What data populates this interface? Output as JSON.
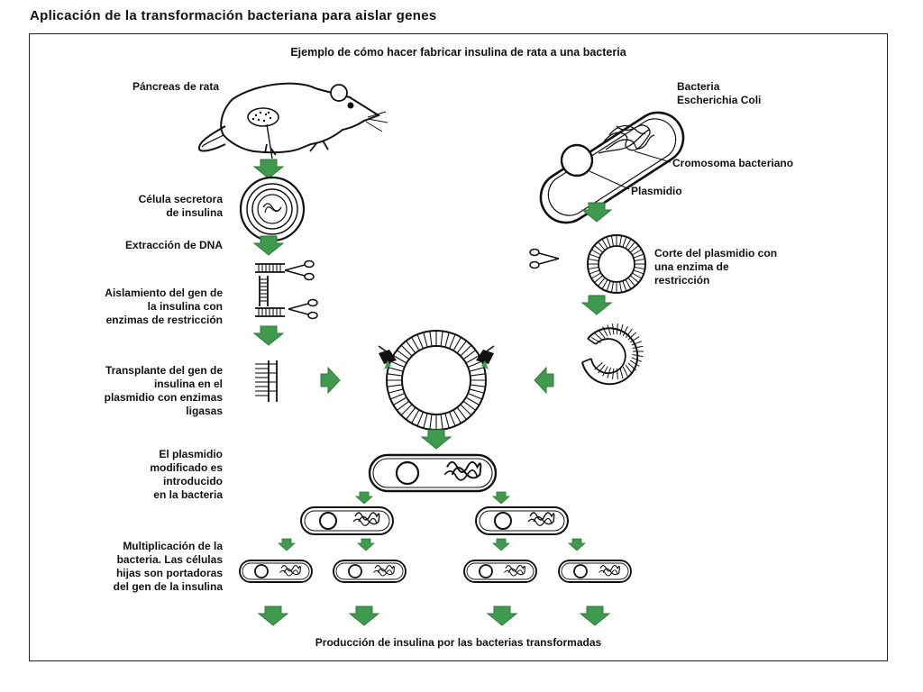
{
  "title": "Aplicación de la transformación bacteriana para aislar genes",
  "subtitle": "Ejemplo de cómo hacer fabricar insulina de rata a una bacteria",
  "labels": {
    "pancreas": "Páncreas de rata",
    "celula_1": "Célula secretora",
    "celula_2": "de insulina",
    "extraccion": "Extracción de DNA",
    "aislamiento_1": "Aislamiento del gen de",
    "aislamiento_2": "la insulina con",
    "aislamiento_3": "enzimas de restricción",
    "transplante_1": "Transplante del gen de",
    "transplante_2": "insulina en el",
    "transplante_3": "plasmidio con enzimas",
    "transplante_4": "ligasas",
    "modificado_1": "El plasmidio",
    "modificado_2": "modificado es",
    "modificado_3": "introducido",
    "modificado_4": "en la bacteria",
    "multiplicacion_1": "Multiplicación de la",
    "multiplicacion_2": "bacteria. Las células",
    "multiplicacion_3": "hijas son portadoras",
    "multiplicacion_4": "del gen de la insulina",
    "bacteria_1": "Bacteria",
    "bacteria_2": "Escherichia Coli",
    "cromosoma": "Cromosoma bacteriano",
    "plasmidio": "Plasmidio",
    "corte_1": "Corte del plasmidio con",
    "corte_2": "una enzima de",
    "corte_3": "restricción",
    "produccion": "Producción de insulina por las bacterias transformadas"
  },
  "colors": {
    "arrow": "#3f9a4e",
    "arrow_dark": "#2e7a3b",
    "ink": "#111111"
  }
}
